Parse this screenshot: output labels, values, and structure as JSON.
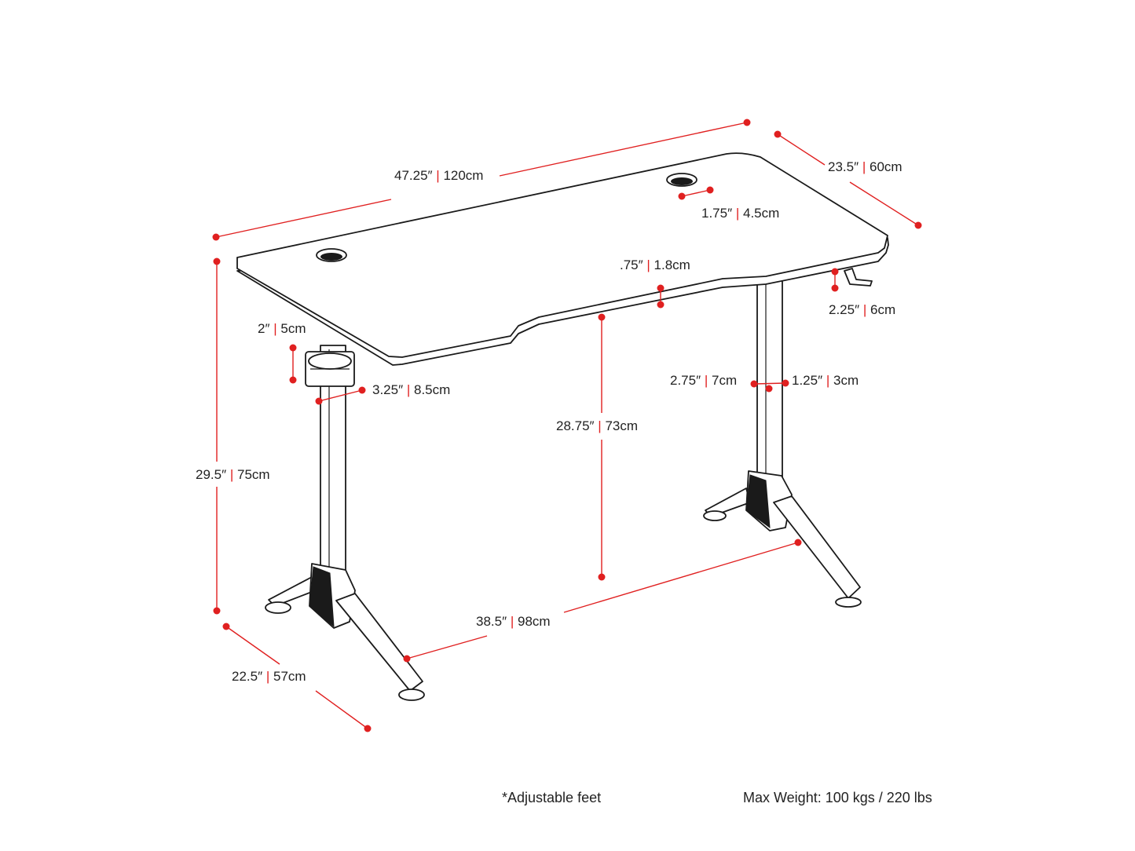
{
  "dimensions": {
    "desk_width": {
      "imperial": "47.25″",
      "metric": "120cm"
    },
    "desk_depth": {
      "imperial": "23.5″",
      "metric": "60cm"
    },
    "grommet": {
      "imperial": "1.75″",
      "metric": "4.5cm"
    },
    "top_thickness": {
      "imperial": ".75″",
      "metric": "1.8cm"
    },
    "hook": {
      "imperial": "2.25″",
      "metric": "6cm"
    },
    "cup_holder_height": {
      "imperial": "2″",
      "metric": "5cm"
    },
    "cup_holder_diameter": {
      "imperial": "3.25″",
      "metric": "8.5cm"
    },
    "total_height": {
      "imperial": "29.5″",
      "metric": "75cm"
    },
    "clearance_height": {
      "imperial": "28.75″",
      "metric": "73cm"
    },
    "leg_width": {
      "imperial": "2.75″",
      "metric": "7cm"
    },
    "leg_depth": {
      "imperial": "1.25″",
      "metric": "3cm"
    },
    "leg_span": {
      "imperial": "38.5″",
      "metric": "98cm"
    },
    "foot_depth": {
      "imperial": "22.5″",
      "metric": "57cm"
    }
  },
  "notes": {
    "feet": "*Adjustable feet",
    "max_weight": "Max Weight: 100 kgs / 220 lbs"
  },
  "colors": {
    "dimension": "#e02020",
    "outline": "#1a1a1a"
  }
}
